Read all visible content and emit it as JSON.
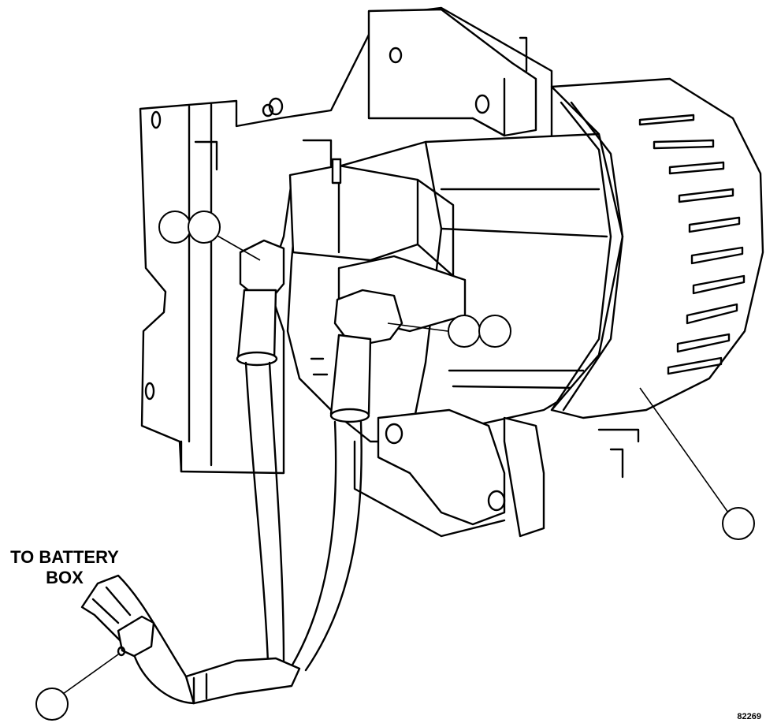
{
  "labels": {
    "battery_line1": "TO BATTERY",
    "battery_line2": "BOX",
    "figure_number": "82269"
  },
  "callouts": {
    "count": 6,
    "note": "Empty index circles (no visible text)"
  },
  "colors": {
    "line": "#000000",
    "background": "#ffffff"
  }
}
